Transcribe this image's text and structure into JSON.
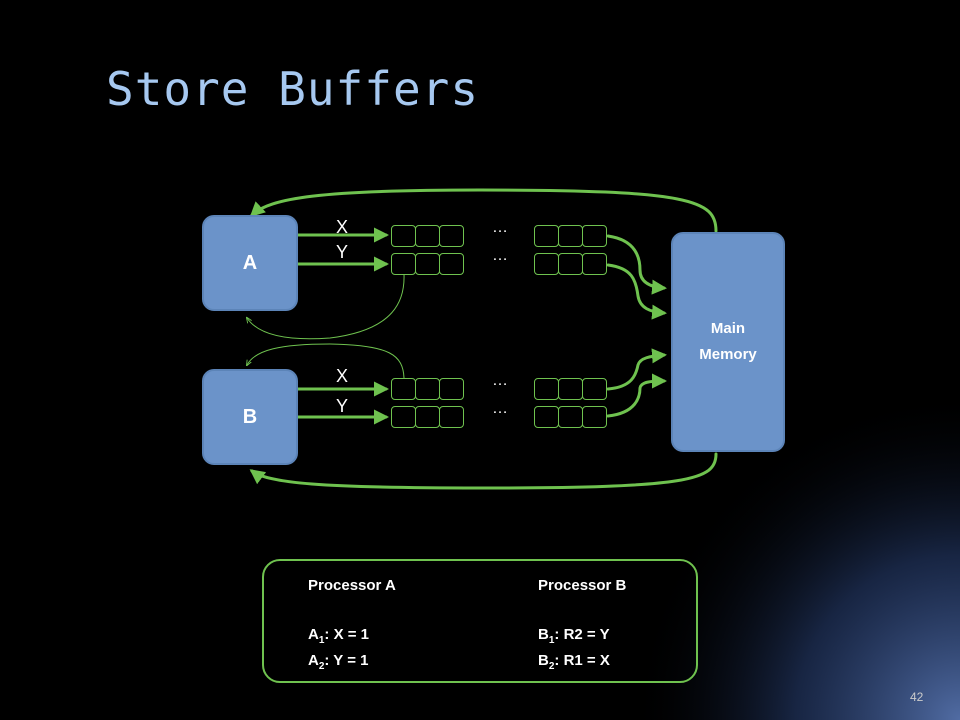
{
  "title": "Store Buffers",
  "processor_a": "A",
  "processor_b": "B",
  "memory_line1": "Main",
  "memory_line2": "Memory",
  "var_x": "X",
  "var_y": "Y",
  "ellipsis": "…",
  "program": {
    "a_header": "Processor A",
    "b_header": "Processor B",
    "a1_prefix": "A",
    "a1_sub": "1",
    "a1_rest": ": X = 1",
    "a2_prefix": "A",
    "a2_sub": "2",
    "a2_rest": ": Y = 1",
    "b1_prefix": "B",
    "b1_sub": "1",
    "b1_rest": ": R2 = Y",
    "b2_prefix": "B",
    "b2_sub": "2",
    "b2_rest": ": R1 = X"
  },
  "page_number": "42",
  "colors": {
    "background": "#000000",
    "box": "#6b93c9",
    "arrow": "#6fc24f",
    "title": "#a6c8f0"
  }
}
